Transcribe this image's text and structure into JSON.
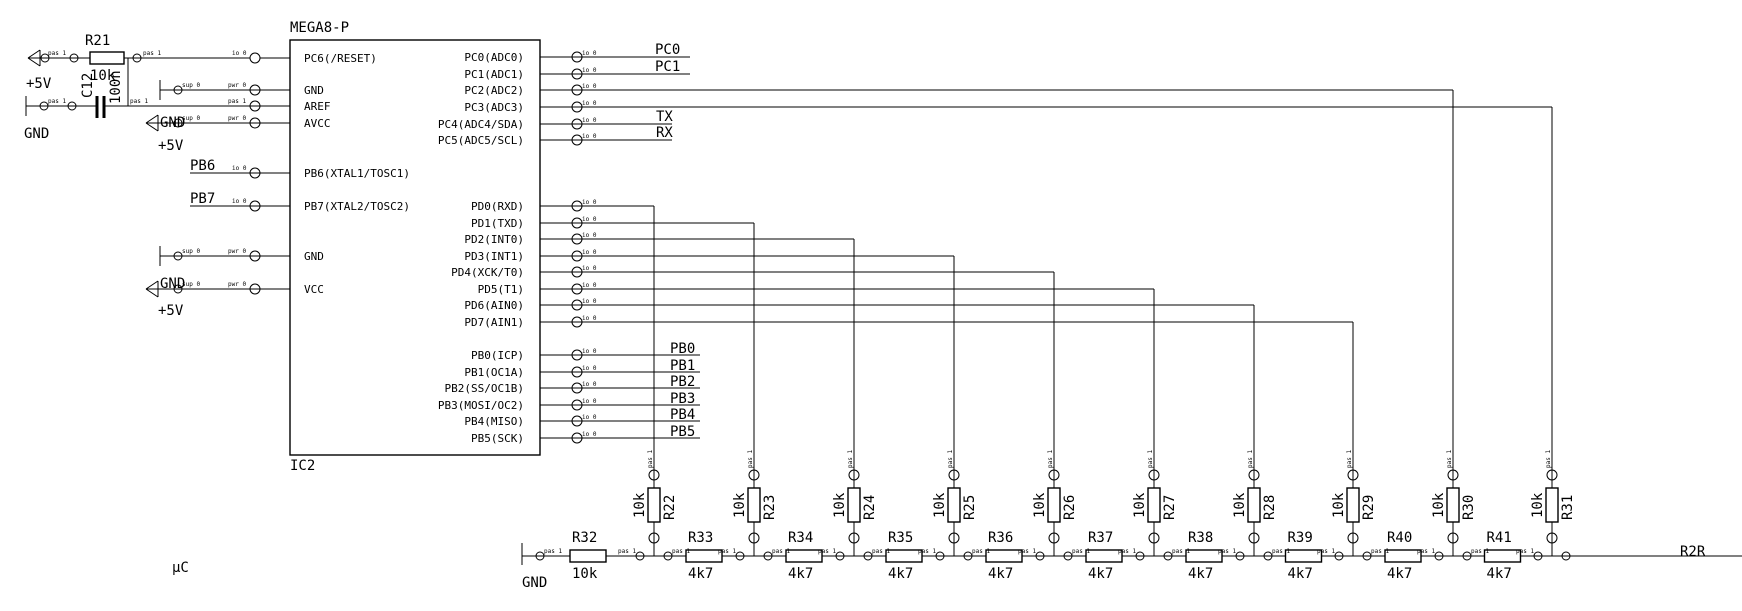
{
  "ic": {
    "name": "MEGA8-P",
    "ref": "IC2"
  },
  "left_pins": [
    "PC6(/RESET)",
    "GND",
    "AREF",
    "AVCC",
    "PB6(XTAL1/TOSC1)",
    "PB7(XTAL2/TOSC2)",
    "GND",
    "VCC"
  ],
  "right_pins": [
    "PC0(ADC0)",
    "PC1(ADC1)",
    "PC2(ADC2)",
    "PC3(ADC3)",
    "PC4(ADC4/SDA)",
    "PC5(ADC5/SCL)",
    "PD0(RXD)",
    "PD1(TXD)",
    "PD2(INT0)",
    "PD3(INT1)",
    "PD4(XCK/T0)",
    "PD5(T1)",
    "PD6(AIN0)",
    "PD7(AIN1)",
    "PB0(ICP)",
    "PB1(OC1A)",
    "PB2(SS/OC1B)",
    "PB3(MOSI/OC2)",
    "PB4(MISO)",
    "PB5(SCK)"
  ],
  "net_labels": {
    "pc0": "PC0",
    "pc1": "PC1",
    "tx": "TX",
    "rx": "RX",
    "pb6": "PB6",
    "pb7": "PB7",
    "pb0": "PB0",
    "pb1": "PB1",
    "pb2": "PB2",
    "pb3": "PB3",
    "pb4": "PB4",
    "pb5": "PB5",
    "r2r": "R2R"
  },
  "power": {
    "plus5v": "+5V",
    "gnd": "GND"
  },
  "reset_parts": {
    "r21": "R21",
    "r21_value": "10k",
    "c12": "C12",
    "c12_value": "100n"
  },
  "pullups": [
    {
      "ref": "R22",
      "value": "10k"
    },
    {
      "ref": "R23",
      "value": "10k"
    },
    {
      "ref": "R24",
      "value": "10k"
    },
    {
      "ref": "R25",
      "value": "10k"
    },
    {
      "ref": "R26",
      "value": "10k"
    },
    {
      "ref": "R27",
      "value": "10k"
    },
    {
      "ref": "R28",
      "value": "10k"
    },
    {
      "ref": "R29",
      "value": "10k"
    },
    {
      "ref": "R30",
      "value": "10k"
    },
    {
      "ref": "R31",
      "value": "10k"
    }
  ],
  "ladder": [
    {
      "ref": "R32",
      "value": "10k"
    },
    {
      "ref": "R33",
      "value": "4k7"
    },
    {
      "ref": "R34",
      "value": "4k7"
    },
    {
      "ref": "R35",
      "value": "4k7"
    },
    {
      "ref": "R36",
      "value": "4k7"
    },
    {
      "ref": "R37",
      "value": "4k7"
    },
    {
      "ref": "R38",
      "value": "4k7"
    },
    {
      "ref": "R39",
      "value": "4k7"
    },
    {
      "ref": "R40",
      "value": "4k7"
    },
    {
      "ref": "R41",
      "value": "4k7"
    }
  ],
  "pin_tags": {
    "io": "io 0",
    "pas": "pas 1",
    "sup": "sup 0",
    "pwr": "pwr 0"
  },
  "sheet_label": "µC",
  "colors": {
    "line": "#000000",
    "background": "#ffffff"
  }
}
